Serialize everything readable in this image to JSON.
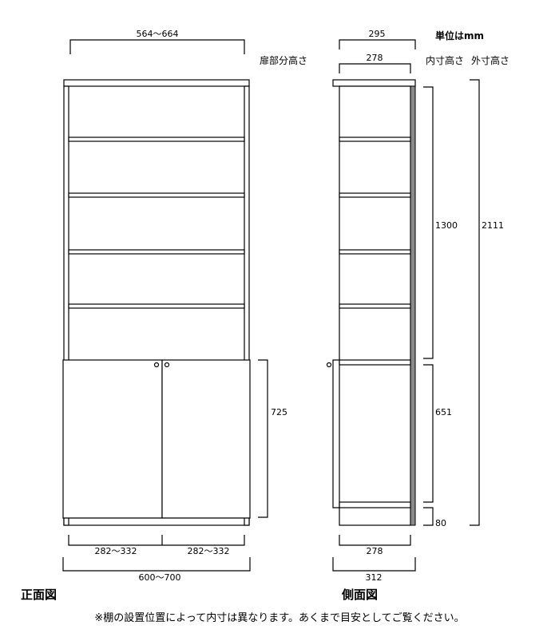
{
  "unit_note": "単位はmm",
  "front_view": {
    "title": "正面図",
    "door_height_label": "扉部分高さ",
    "dims": {
      "inner_width": "564〜664",
      "door_height": "725",
      "left_door_width": "282〜332",
      "right_door_width": "282〜332",
      "outer_width": "600〜700"
    }
  },
  "side_view": {
    "title": "側面図",
    "inner_height_label": "内寸高さ",
    "outer_height_label": "外寸高さ",
    "dims": {
      "top_depth": "295",
      "inner_depth_top": "278",
      "upper_inner_height": "1300",
      "lower_inner_height": "651",
      "base_height": "80",
      "outer_height": "2111",
      "inner_depth_bottom": "278",
      "outer_depth": "312"
    }
  },
  "footnote": "※棚の設置位置によって内寸は異なります。あくまで目安としてご覧ください。",
  "colors": {
    "line": "#000000",
    "back_panel": "#8a8a8a"
  }
}
